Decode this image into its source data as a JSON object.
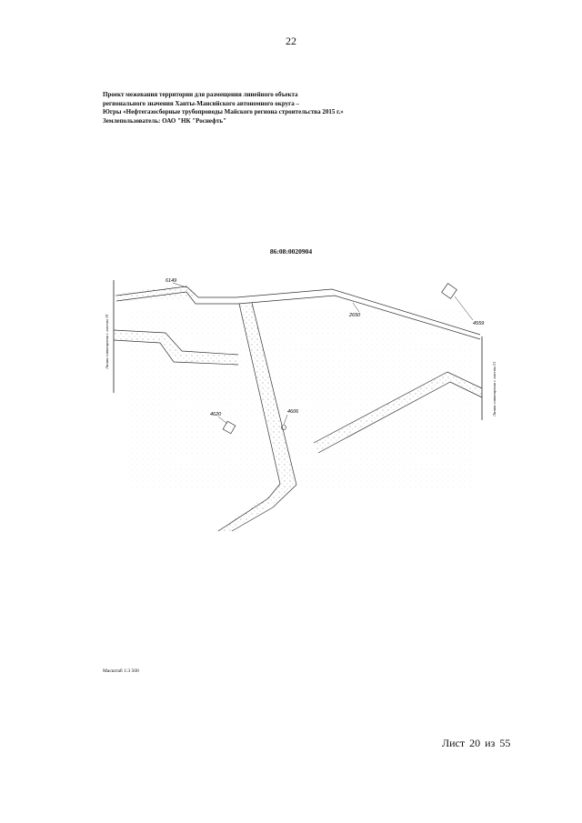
{
  "page_number": "22",
  "header": {
    "lines": [
      "Проект межевания территории для размещения линейного объекта",
      "регионального значения Ханты-Мансийского автономного округа –",
      "Югры «Нефтегазосборные трубопроводы Майского региона строительства 2015 г.»",
      "Землепользователь: ОАО \"НК \"Роснефть\""
    ]
  },
  "map": {
    "cadastral_block": "86:08:0020904",
    "left_edge_label": "Линия совмещения с листом 19",
    "right_edge_label": "Линия совмещения с листом 21",
    "point_labels": [
      "6149",
      "2650",
      "4559",
      "4620",
      "4606"
    ]
  },
  "scale": "Масштаб 1:3 500",
  "sheet": {
    "prefix": "Лист",
    "current": "20",
    "of_word": "из",
    "total": "55"
  }
}
